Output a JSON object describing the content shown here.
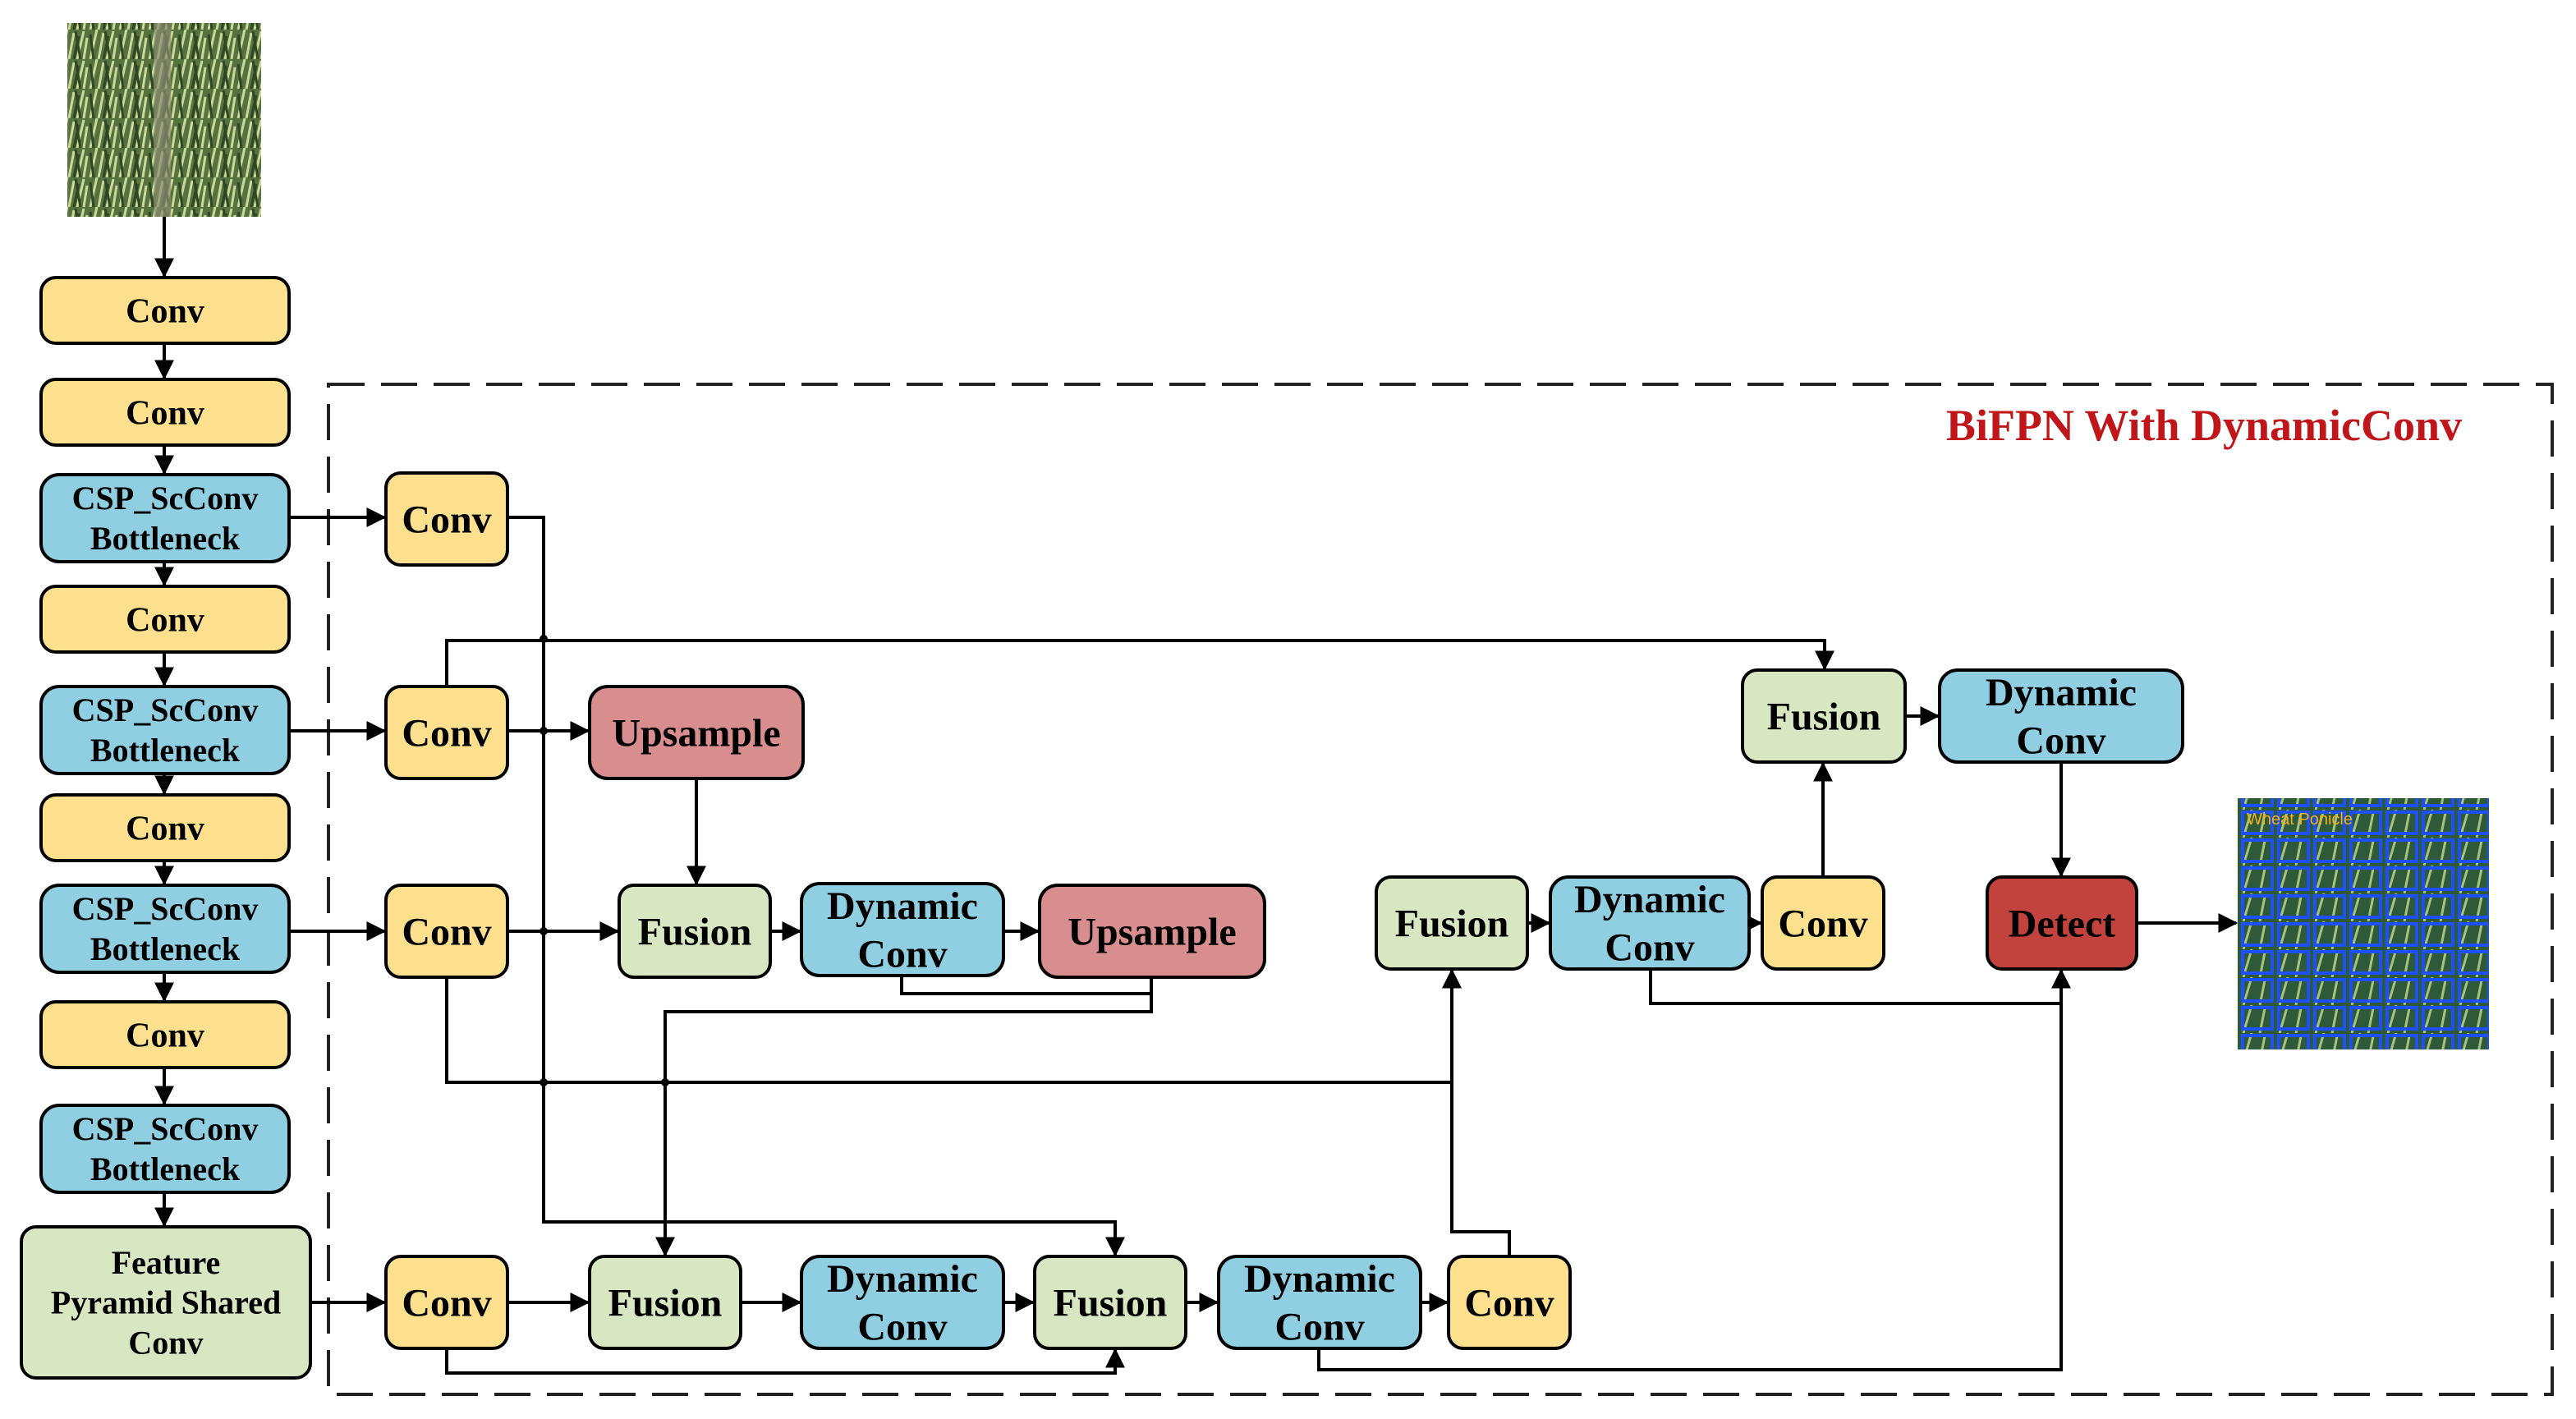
{
  "colors": {
    "conv": "#FCE08E",
    "csp": "#8FCFE1",
    "fusion": "#D7E7C2",
    "dynamic": "#8FCFE1",
    "upsample": "#D88E8E",
    "detect": "#C2433D",
    "region_title": "#C0161A"
  },
  "region": {
    "title": "BiFPN With DynamicConv"
  },
  "images": {
    "input": "wheat-field-input-image",
    "output": "detection-result-image",
    "output_overlay_text": "Wheat Ponicle"
  },
  "nodes": [
    {
      "id": "b-conv1",
      "type": "conv",
      "lines": [
        "Conv"
      ]
    },
    {
      "id": "b-conv2",
      "type": "conv",
      "lines": [
        "Conv"
      ]
    },
    {
      "id": "b-csp1",
      "type": "csp",
      "lines": [
        "CSP_ScConv",
        "Bottleneck"
      ]
    },
    {
      "id": "b-conv3",
      "type": "conv",
      "lines": [
        "Conv"
      ]
    },
    {
      "id": "b-csp2",
      "type": "csp",
      "lines": [
        "CSP_ScConv",
        "Bottleneck"
      ]
    },
    {
      "id": "b-conv4",
      "type": "conv",
      "lines": [
        "Conv"
      ]
    },
    {
      "id": "b-csp3",
      "type": "csp",
      "lines": [
        "CSP_ScConv",
        "Bottleneck"
      ]
    },
    {
      "id": "b-conv5",
      "type": "conv",
      "lines": [
        "Conv"
      ]
    },
    {
      "id": "b-csp4",
      "type": "csp",
      "lines": [
        "CSP_ScConv",
        "Bottleneck"
      ]
    },
    {
      "id": "b-fps",
      "type": "fusion",
      "lines": [
        "Feature",
        "Pyramid Shared",
        "Conv"
      ]
    },
    {
      "id": "n-conv-a",
      "type": "conv",
      "lines": [
        "Conv"
      ]
    },
    {
      "id": "n-conv-b",
      "type": "conv",
      "lines": [
        "Conv"
      ]
    },
    {
      "id": "n-conv-c",
      "type": "conv",
      "lines": [
        "Conv"
      ]
    },
    {
      "id": "n-conv-d",
      "type": "conv",
      "lines": [
        "Conv"
      ]
    },
    {
      "id": "n-ups1",
      "type": "upsample",
      "lines": [
        "Upsample"
      ]
    },
    {
      "id": "n-fus1",
      "type": "fusion",
      "lines": [
        "Fusion"
      ]
    },
    {
      "id": "n-dyn1",
      "type": "dynamic",
      "lines": [
        "Dynamic",
        "Conv"
      ]
    },
    {
      "id": "n-ups2",
      "type": "upsample",
      "lines": [
        "Upsample"
      ]
    },
    {
      "id": "n-fus2",
      "type": "fusion",
      "lines": [
        "Fusion"
      ]
    },
    {
      "id": "n-dyn2",
      "type": "dynamic",
      "lines": [
        "Dynamic",
        "Conv"
      ]
    },
    {
      "id": "n-fus3",
      "type": "fusion",
      "lines": [
        "Fusion"
      ]
    },
    {
      "id": "n-dyn3",
      "type": "dynamic",
      "lines": [
        "Dynamic",
        "Conv"
      ]
    },
    {
      "id": "n-conv-e",
      "type": "conv",
      "lines": [
        "Conv"
      ]
    },
    {
      "id": "n-fus4",
      "type": "fusion",
      "lines": [
        "Fusion"
      ]
    },
    {
      "id": "n-dyn4",
      "type": "dynamic",
      "lines": [
        "Dynamic",
        "Conv"
      ]
    },
    {
      "id": "n-conv-f",
      "type": "conv",
      "lines": [
        "Conv"
      ]
    },
    {
      "id": "n-fus5",
      "type": "fusion",
      "lines": [
        "Fusion"
      ]
    },
    {
      "id": "n-dyn5",
      "type": "dynamic",
      "lines": [
        "Dynamic",
        "Conv"
      ]
    },
    {
      "id": "n-detect",
      "type": "detect",
      "lines": [
        "Detect"
      ]
    }
  ]
}
